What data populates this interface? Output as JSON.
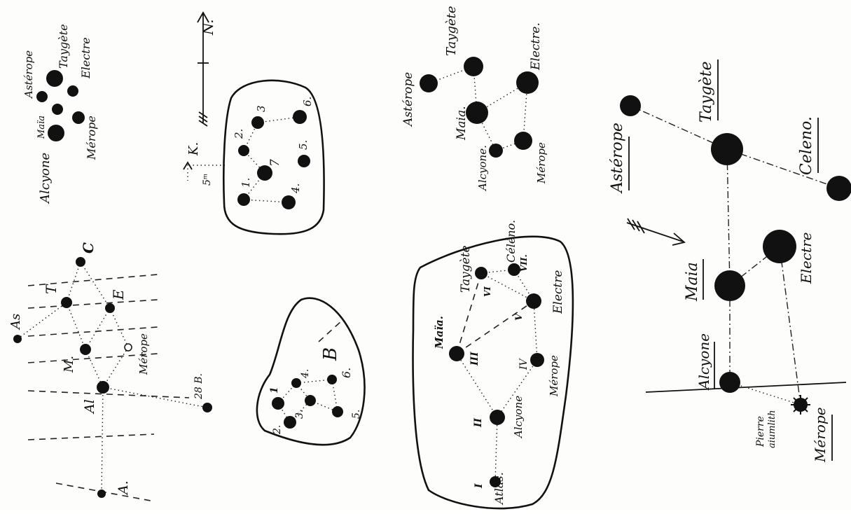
{
  "sketch1": {
    "labels": {
      "asterope": "Astérope",
      "maia": "Maïa",
      "taygete": "Taygète",
      "electre": "Electre",
      "alcyone": "Alcyone",
      "merope": "Mérope"
    }
  },
  "sketch2": {
    "compass_north": "N.",
    "compass_k": "K.",
    "compass_5": "5ᵐ",
    "numbers": [
      "1.",
      "2.",
      "3",
      "4.",
      "5.",
      "6.",
      "7"
    ]
  },
  "sketch3": {
    "labels": {
      "as": "As",
      "c": "C",
      "t": "T",
      "e": "E",
      "m": "M.",
      "merope": "Mérope",
      "al": "Al",
      "b28": "28 B.",
      "a": "A."
    }
  },
  "sketch4": {
    "label_b": "B",
    "numbers": [
      "1",
      "2.",
      "3.",
      "4.",
      "5.",
      "6."
    ]
  },
  "sketch5": {
    "labels": {
      "asterope": "Astérope",
      "taygete": "Taygète",
      "maia": "Maia.",
      "electre": "Electre.",
      "alcyone": "Alcyone.",
      "merope": "Mérope"
    }
  },
  "sketch6": {
    "labels": {
      "celeno": "Céléno.",
      "taygete": "Taygète",
      "vii": "VII.",
      "vi": "VI",
      "electre": "Electre",
      "v": "V",
      "maia": "Maïa.",
      "iii": "III",
      "iv": "IV",
      "merope": "Mérope",
      "ii": "II",
      "alcyone": "Alcyone",
      "i": "I",
      "atlas": "Atlas."
    }
  },
  "sketch7": {
    "labels": {
      "asterope": "Astérope",
      "taygete": "Taygète",
      "celeno": "Celeno.",
      "maia": "Maia",
      "electre": "Electre",
      "alcyone": "Alcyone",
      "pierre": "Pierre",
      "aiumlith": "aiumlith",
      "merope": "Mérope"
    }
  }
}
